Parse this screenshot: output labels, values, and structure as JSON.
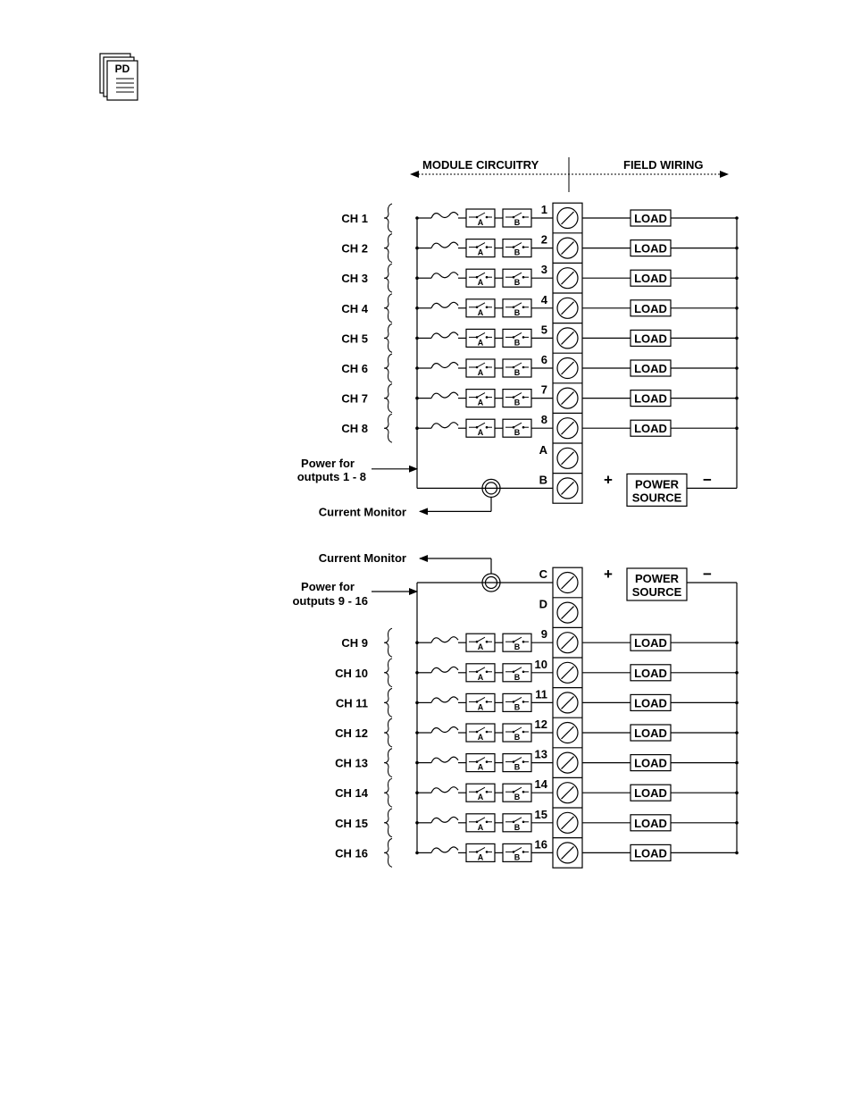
{
  "doc_icon": {
    "name": "pdf-document-icon",
    "text": "PD"
  },
  "header": {
    "left": "MODULE  CIRCUITRY",
    "right": "FIELD  WIRING"
  },
  "switch_labels": {
    "a": "A",
    "b": "B"
  },
  "load_label": "LOAD",
  "group1": {
    "channels": [
      {
        "ch": "CH  1",
        "term": "1"
      },
      {
        "ch": "CH  2",
        "term": "2"
      },
      {
        "ch": "CH  3",
        "term": "3"
      },
      {
        "ch": "CH  4",
        "term": "4"
      },
      {
        "ch": "CH  5",
        "term": "5"
      },
      {
        "ch": "CH  6",
        "term": "6"
      },
      {
        "ch": "CH  7",
        "term": "7"
      },
      {
        "ch": "CH  8",
        "term": "8"
      }
    ],
    "extra_terminals": [
      "A",
      "B"
    ],
    "power_label": [
      "Power  for",
      "outputs  1  -  8"
    ],
    "monitor_label": "Current  Monitor",
    "source_label": [
      "POWER",
      "SOURCE"
    ],
    "plus": "+",
    "minus": "−"
  },
  "group2": {
    "extra_terminals": [
      "C",
      "D"
    ],
    "monitor_label": "Current  Monitor",
    "power_label": [
      "Power  for",
      "outputs  9  -  16"
    ],
    "source_label": [
      "POWER",
      "SOURCE"
    ],
    "plus": "+",
    "minus": "−",
    "channels": [
      {
        "ch": "CH  9",
        "term": "9"
      },
      {
        "ch": "CH  10",
        "term": "10"
      },
      {
        "ch": "CH  11",
        "term": "11"
      },
      {
        "ch": "CH  12",
        "term": "12"
      },
      {
        "ch": "CH  13",
        "term": "13"
      },
      {
        "ch": "CH  14",
        "term": "14"
      },
      {
        "ch": "CH  15",
        "term": "15"
      },
      {
        "ch": "CH  16",
        "term": "16"
      }
    ]
  }
}
